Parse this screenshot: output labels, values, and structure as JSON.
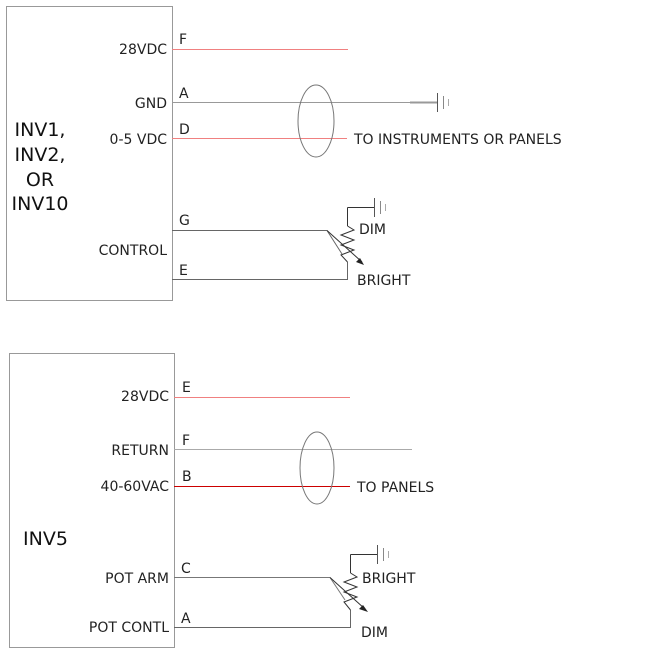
{
  "diagram1": {
    "title_lines": [
      "INV1,",
      "INV2,",
      "OR",
      "INV10"
    ],
    "pins": [
      {
        "label": "28VDC",
        "pin": "F"
      },
      {
        "label": "GND",
        "pin": "A"
      },
      {
        "label": "0-5 VDC",
        "pin": "D"
      },
      {
        "label": "CONTROL",
        "pin_top": "G",
        "pin_bottom": "E"
      }
    ],
    "destination": "TO INSTRUMENTS OR PANELS",
    "pot_top_label": "DIM",
    "pot_bottom_label": "BRIGHT"
  },
  "diagram2": {
    "title": "INV5",
    "pins": [
      {
        "label": "28VDC",
        "pin": "E"
      },
      {
        "label": "RETURN",
        "pin": "F"
      },
      {
        "label": "40-60VAC",
        "pin": "B"
      },
      {
        "label": "POT ARM",
        "pin": "C"
      },
      {
        "label": "POT CONTL",
        "pin": "A"
      }
    ],
    "destination": "TO PANELS",
    "pot_top_label": "BRIGHT",
    "pot_bottom_label": "DIM"
  },
  "colors": {
    "power": "#f08080",
    "ac": "#cc0000",
    "ground": "#888888"
  }
}
